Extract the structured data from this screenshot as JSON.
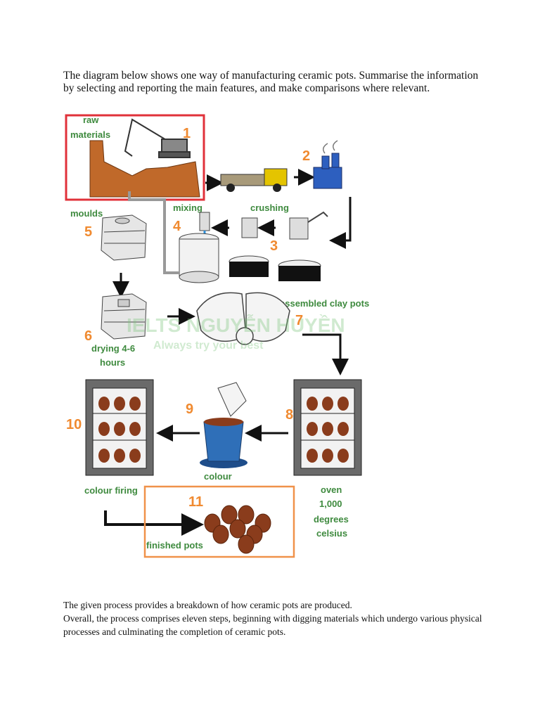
{
  "prompt": "The diagram below shows one way of manufacturing ceramic pots. Summarise the information by selecting and reporting the main features, and make comparisons where relevant.",
  "diagram": {
    "steps": [
      {
        "number": "1",
        "label_lines": [
          "raw",
          "materials"
        ]
      },
      {
        "number": "2",
        "label_lines": []
      },
      {
        "number": "3",
        "label_lines": [
          "crushing"
        ]
      },
      {
        "number": "4",
        "label_lines": [
          "mixing"
        ]
      },
      {
        "number": "5",
        "label_lines": [
          "moulds"
        ]
      },
      {
        "number": "6",
        "label_lines": [
          "drying 4-6",
          "hours"
        ]
      },
      {
        "number": "7",
        "label_lines": [
          "assembled clay pots"
        ]
      },
      {
        "number": "8",
        "label_lines": [
          "oven",
          "1,000",
          "degrees",
          "celsius"
        ]
      },
      {
        "number": "9",
        "label_lines": [
          "colour"
        ]
      },
      {
        "number": "10",
        "label_lines": [
          "colour firing"
        ]
      },
      {
        "number": "11",
        "label_lines": [
          "finished pots"
        ]
      }
    ],
    "watermark": {
      "name": "IELTS NGUYỄN HUYỀN",
      "tagline": "Always try your best"
    },
    "colors": {
      "step_number": "#f08a30",
      "label": "#3e8a3e",
      "box_1": "#e0313a",
      "box_11": "#f0924a"
    }
  },
  "answer": {
    "line1": "The given process provides a breakdown of how ceramic pots are produced.",
    "line2": "Overall, the process comprises eleven steps, beginning with digging materials which undergo various physical processes and culminating the completion of ceramic pots."
  }
}
